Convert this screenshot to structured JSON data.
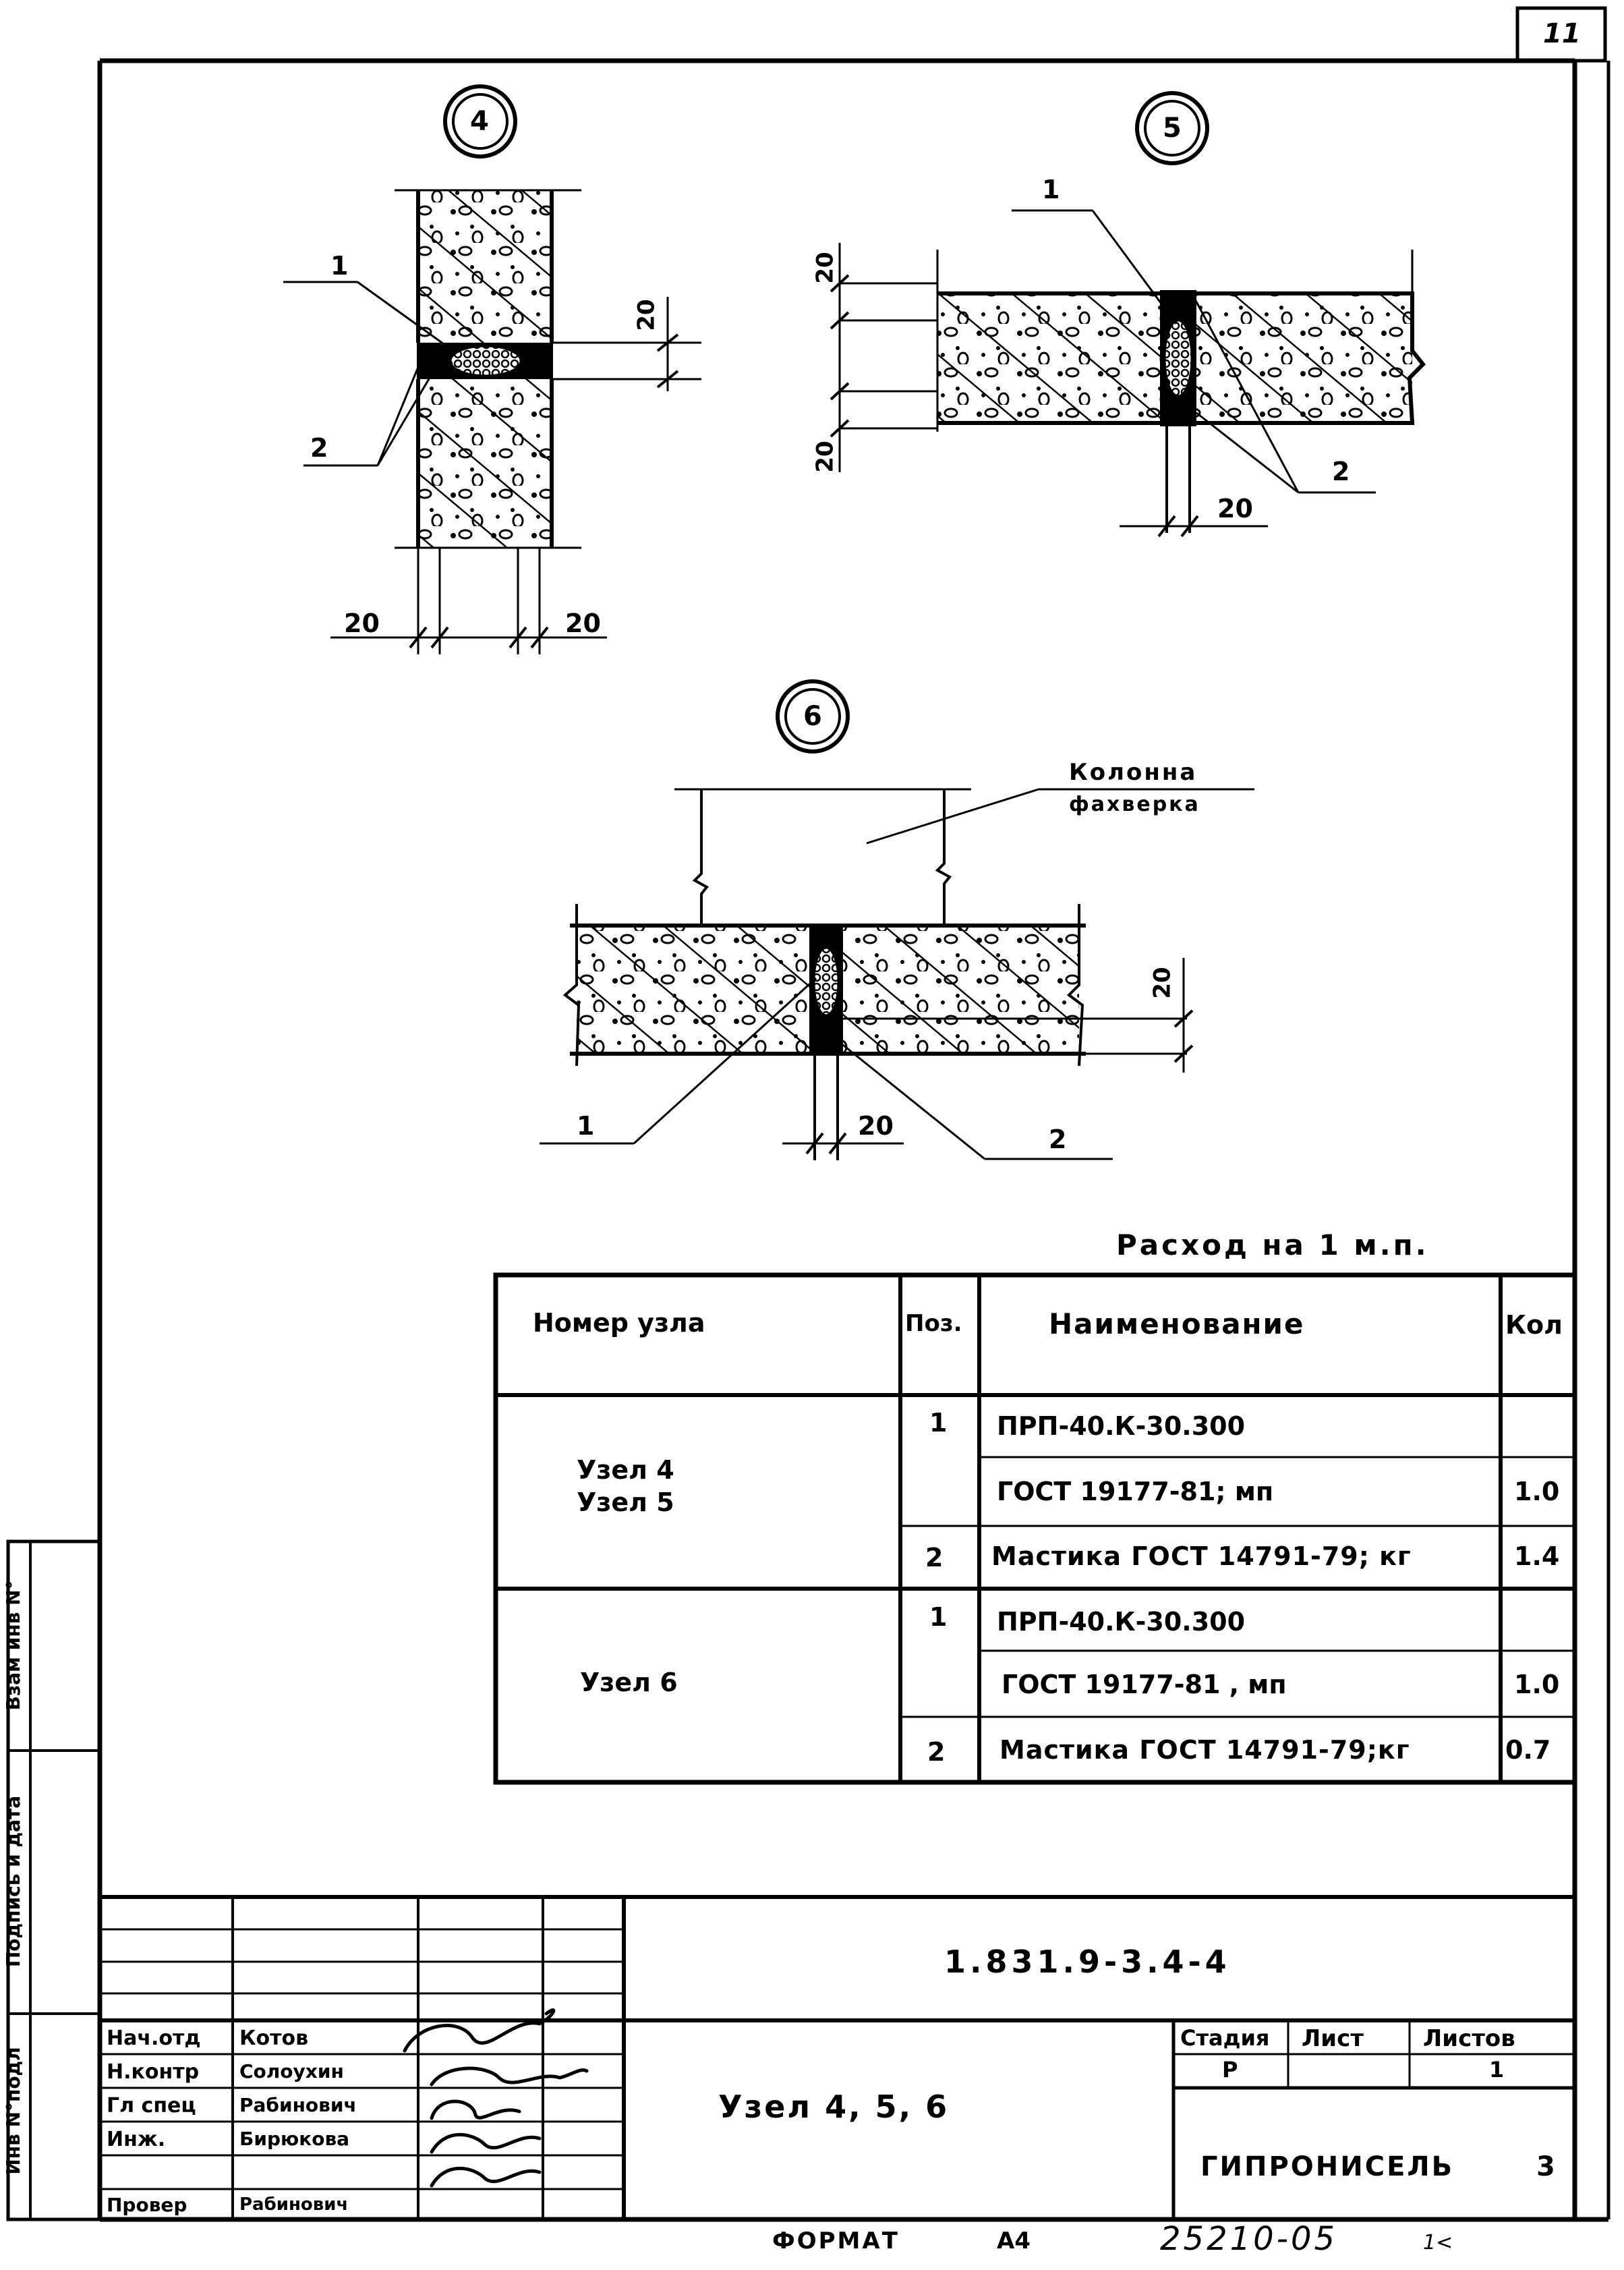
{
  "sheet": {
    "page_number": "11",
    "format_label": "ФОРМАТ",
    "format_value": "А4",
    "archive_number": "25210-05",
    "archive_suffix": "1<"
  },
  "left_strip": {
    "label_1": "Инв N°подл",
    "label_2": "Подпись и дата",
    "label_3": "Взам инв N°"
  },
  "details": {
    "node_4": {
      "marker": "4",
      "pos_1": "1",
      "pos_2": "2",
      "dim_joint": "20",
      "dim_left": "20",
      "dim_right": "20"
    },
    "node_5": {
      "marker": "5",
      "pos_1": "1",
      "pos_2": "2",
      "dim_top": "20",
      "dim_bottom": "20",
      "dim_joint": "20"
    },
    "node_6": {
      "marker": "6",
      "column_label_1": "Колонна",
      "column_label_2": "фахверка",
      "pos_1": "1",
      "pos_2": "2",
      "dim_side": "20",
      "dim_joint": "20"
    }
  },
  "consumption": {
    "title": "Расход на 1 м.п.",
    "headers": {
      "node": "Номер узла",
      "pos": "Поз.",
      "name": "Наименование",
      "qty": "Кол"
    },
    "groups": [
      {
        "node_lines": [
          "Узел 4",
          "Узел 5"
        ],
        "rows": [
          {
            "pos": "1",
            "name": "ПРП-40.К-30.300",
            "qty": ""
          },
          {
            "pos": "",
            "name": "ГОСТ 19177-81; мп",
            "qty": "1.0"
          },
          {
            "pos": "2",
            "name": "Мастика ГОСТ 14791-79; кг",
            "qty": "1.4"
          }
        ]
      },
      {
        "node_lines": [
          "Узел 6"
        ],
        "rows": [
          {
            "pos": "1",
            "name": "ПРП-40.К-30.300",
            "qty": ""
          },
          {
            "pos": "",
            "name": "ГОСТ 19177-81 , мп",
            "qty": "1.0"
          },
          {
            "pos": "2",
            "name": "Мастика ГОСТ 14791-79;кг",
            "qty": "0.7"
          }
        ]
      }
    ]
  },
  "title_block": {
    "designation": "1.831.9-3.4-4",
    "drawing_title": "Узел 4, 5, 6",
    "stage_header": "Стадия",
    "sheet_header": "Лист",
    "sheets_header": "Листов",
    "stage_value": "Р",
    "sheet_value": "",
    "sheets_value": "1",
    "organization": "ГИПРОНИСЕЛЬ",
    "org_suffix": "3",
    "signatures": [
      {
        "role": "Нач.отд",
        "name": "Котов"
      },
      {
        "role": "Н.контр",
        "name": "Солоухин"
      },
      {
        "role": "Гл спец",
        "name": "Рабинович"
      },
      {
        "role": "Инж.",
        "name": "Бирюкова"
      },
      {
        "role": "Провер",
        "name": "Рабинович"
      }
    ]
  }
}
